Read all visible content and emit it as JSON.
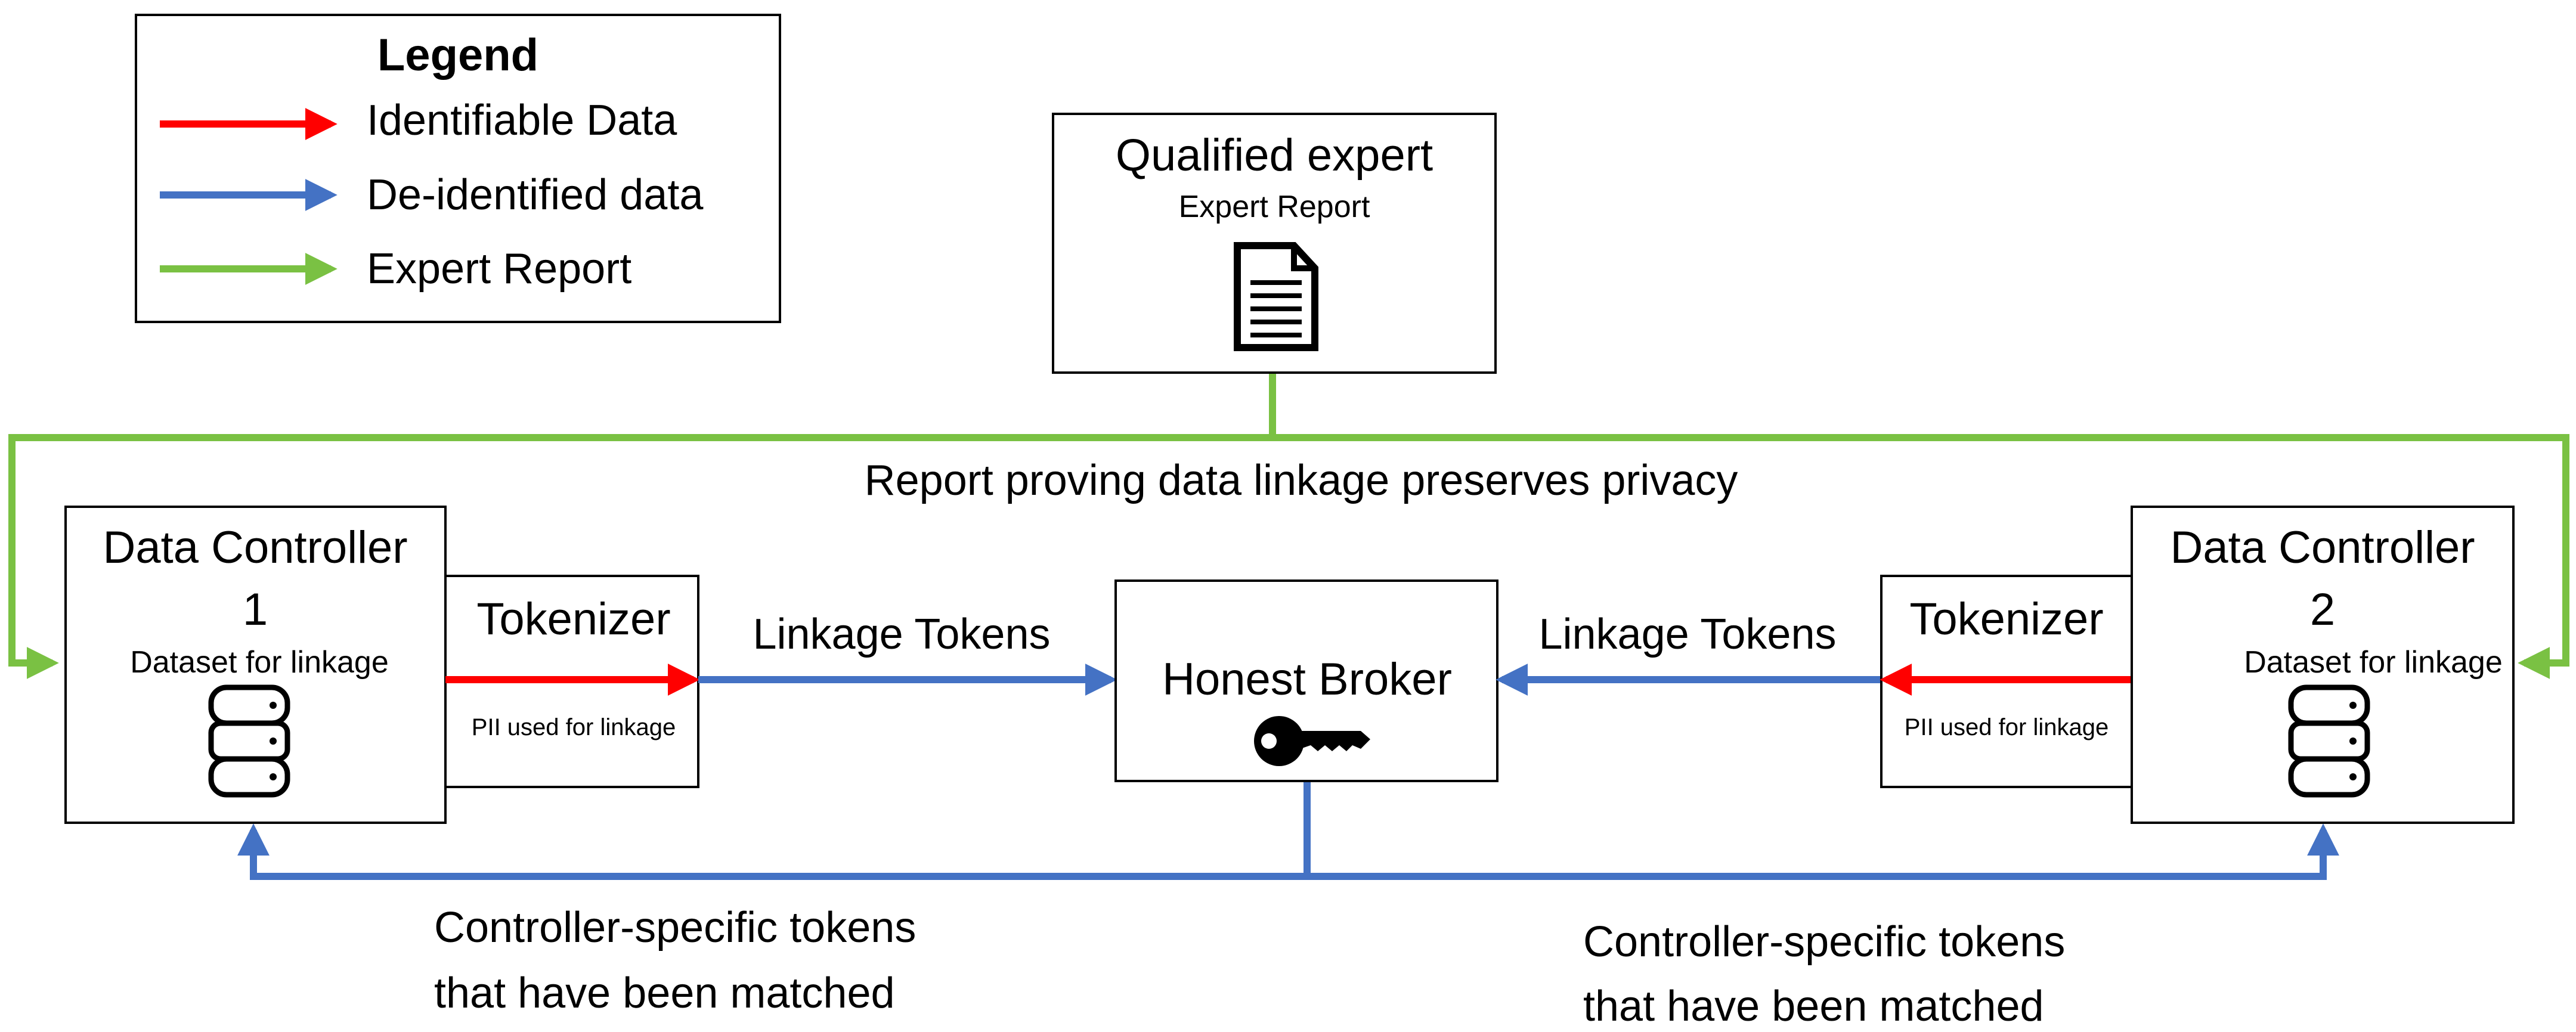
{
  "colors": {
    "identifiable": "#ff0000",
    "deidentified": "#4472c4",
    "expert_report": "#7ac143"
  },
  "legend": {
    "title": "Legend",
    "items": [
      {
        "label": "Identifiable Data",
        "color_key": "identifiable"
      },
      {
        "label": "De-identified data",
        "color_key": "deidentified"
      },
      {
        "label": "Expert Report",
        "color_key": "expert_report"
      }
    ]
  },
  "expert": {
    "title": "Qualified expert",
    "subtitle": "Expert Report",
    "icon": "document-icon"
  },
  "report_label": "Report proving data linkage preserves privacy",
  "controller1": {
    "title_line1": "Data Controller",
    "title_line2": "1",
    "subtitle": "Dataset for linkage",
    "icon": "database-icon"
  },
  "controller2": {
    "title_line1": "Data Controller",
    "title_line2": "2",
    "subtitle": "Dataset for linkage",
    "icon": "database-icon"
  },
  "tokenizer1": {
    "title": "Tokenizer",
    "subtitle": "PII used for linkage"
  },
  "tokenizer2": {
    "title": "Tokenizer",
    "subtitle": "PII used for linkage"
  },
  "broker": {
    "title": "Honest Broker",
    "icon": "key-icon"
  },
  "linkage_tokens_left": "Linkage Tokens",
  "linkage_tokens_right": "Linkage Tokens",
  "matched_left": {
    "line1": "Controller-specific tokens",
    "line2": "that have been matched"
  },
  "matched_right": {
    "line1": "Controller-specific tokens",
    "line2": "that have been matched"
  }
}
